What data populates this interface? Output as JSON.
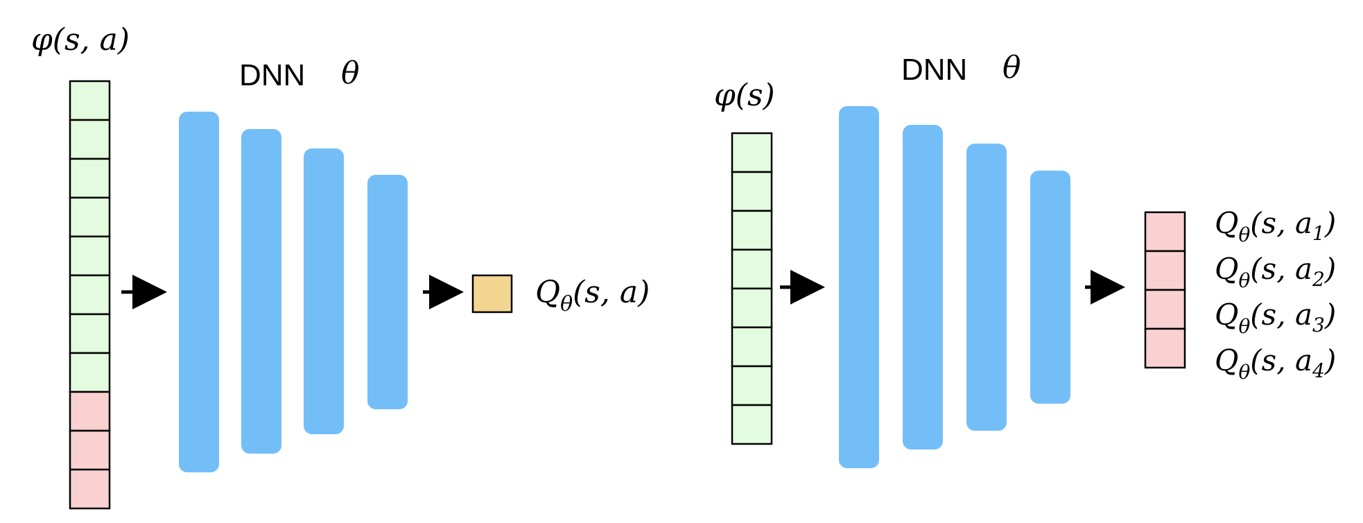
{
  "colors": {
    "layer": "#74BEF8",
    "feature_green": "#E3FBDF",
    "feature_red": "#F9D1D1",
    "output_single": "#F3D592",
    "output_multi": "#F9D1D1",
    "stroke": "#000000"
  },
  "left": {
    "input_label": "φ(s, a)",
    "input_cells": [
      "green",
      "green",
      "green",
      "green",
      "green",
      "green",
      "green",
      "green",
      "red",
      "red",
      "red"
    ],
    "dnn_label": "DNN",
    "dnn_param": "θ",
    "layer_count": 4,
    "output_cells": [
      "orange"
    ],
    "output_labels": [
      {
        "q": "Q",
        "sub": "θ",
        "rest": "(s, a)",
        "asub": ""
      }
    ]
  },
  "right": {
    "input_label": "φ(s)",
    "input_cells": [
      "green",
      "green",
      "green",
      "green",
      "green",
      "green",
      "green",
      "green"
    ],
    "dnn_label": "DNN",
    "dnn_param": "θ",
    "layer_count": 4,
    "output_cells": [
      "red",
      "red",
      "red",
      "red"
    ],
    "output_labels": [
      {
        "q": "Q",
        "sub": "θ",
        "rest": "(s, a",
        "asub": "1",
        "close": ")"
      },
      {
        "q": "Q",
        "sub": "θ",
        "rest": "(s, a",
        "asub": "2",
        "close": ")"
      },
      {
        "q": "Q",
        "sub": "θ",
        "rest": "(s, a",
        "asub": "3",
        "close": ")"
      },
      {
        "q": "Q",
        "sub": "θ",
        "rest": "(s, a",
        "asub": "4",
        "close": ")"
      }
    ]
  }
}
